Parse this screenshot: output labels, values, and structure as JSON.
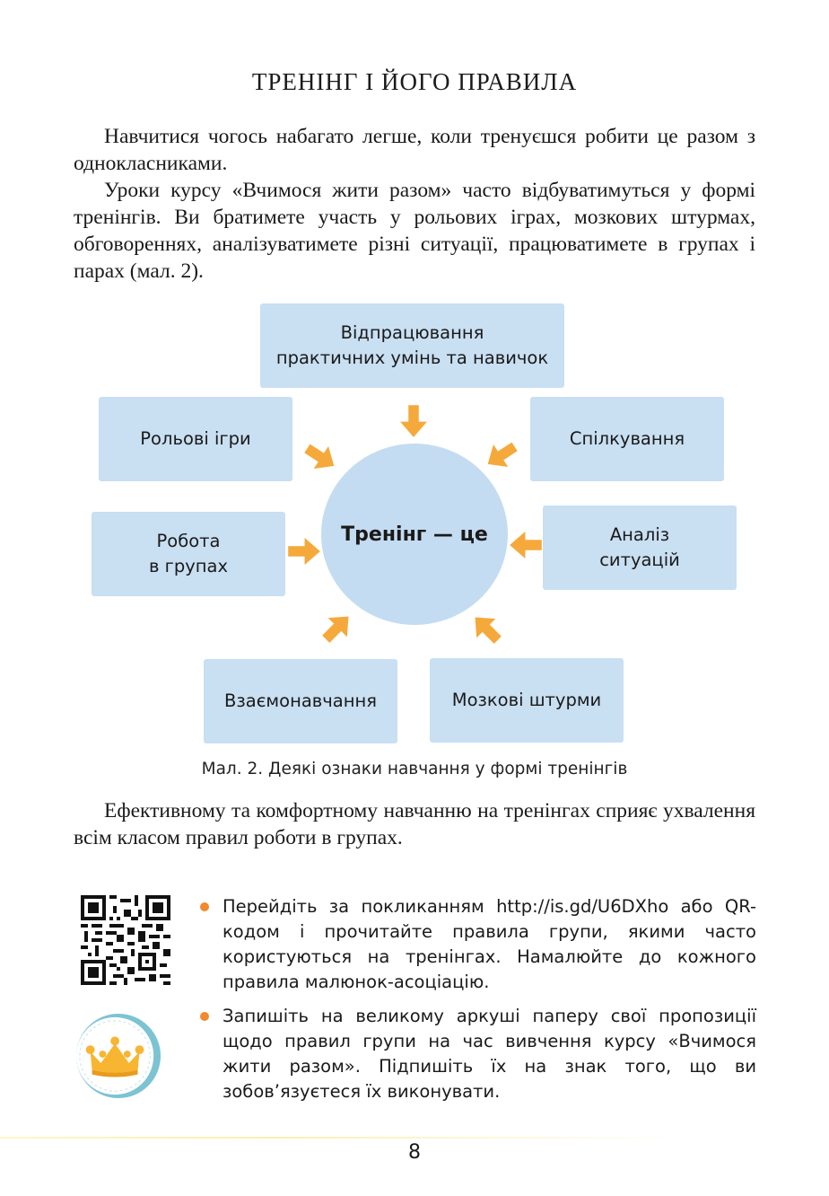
{
  "page": {
    "title": "ТРЕНІНГ І ЙОГО ПРАВИЛА",
    "paragraphs": [
      "Навчитися чогось набагато легше, коли тренуєшся робити це разом з однокласниками.",
      "Уроки курсу «Вчимося жити разом» часто відбуватимуться у формі тренінгів. Ви братимете участь у рольових іграх, мозкових штурмах, обговореннях, аналізуватимете різні ситуації, працюватимете в групах і парах (мал. 2).",
      "Ефективному та комфортному навчанню на тренінгах сприяє ухвалення всім класом правил роботи в групах."
    ],
    "page_number": "8"
  },
  "diagram": {
    "center": "Тренінг — це",
    "boxes": {
      "top": "Відпрацювання\nпрактичних умінь та навичок",
      "role_games": "Рольові ігри",
      "communication": "Спілкування",
      "group_work": "Робота\nв групах",
      "analysis": "Аналіз\nситуацій",
      "mutual_learning": "Взаємонавчання",
      "brainstorm": "Мозкові штурми"
    },
    "arrow_color": "#f5a93a",
    "box_color": "#c9dff2",
    "caption": "Мал. 2. Деякі ознаки навчання у формі тренінгів"
  },
  "tasks": {
    "items": [
      "Перейдіть за покликанням http://is.gd/U6DXho або QR-кодом і прочитайте правила групи, якими часто користуються на тренінгах. Намалюйте до кожного правила малюнок-асоціацію.",
      "Запишіть на великому аркуші паперу свої пропозиції щодо правил групи на час вивчення курсу «Вчимося жити разом». Підпишіть їх на знак того, що ви зобов’язуєтеся їх виконувати."
    ],
    "bullet_color": "#f08a2c"
  }
}
